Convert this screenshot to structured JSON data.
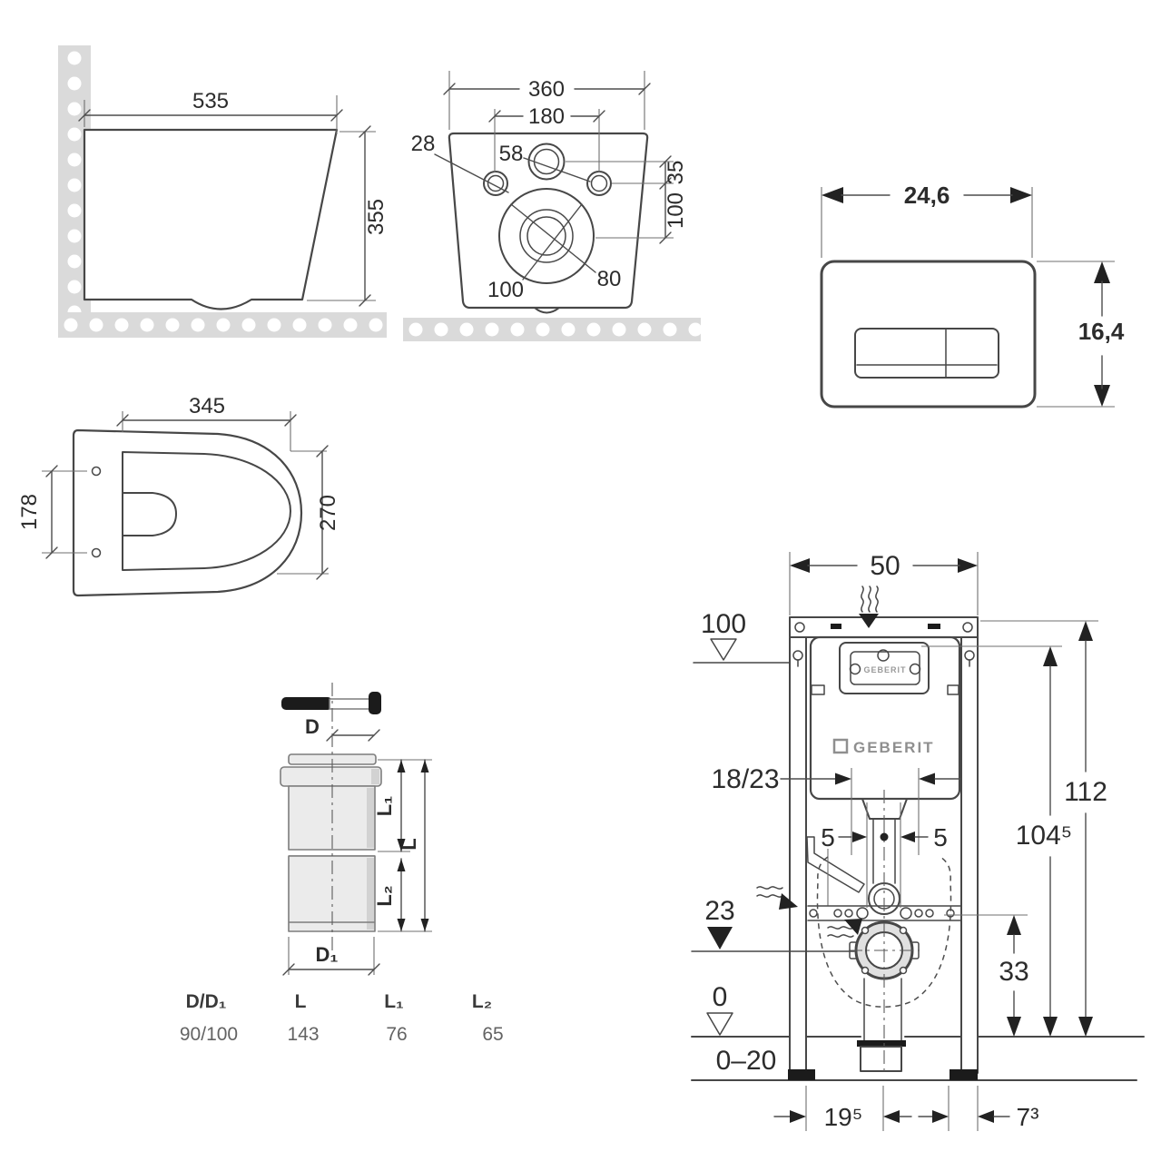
{
  "colors": {
    "line": "#474747",
    "wall_hatch": "#dadada",
    "pipe_fill": "#ebebeb",
    "pipe_shade": "#d2d2d2",
    "solid_black": "#1b1b1b",
    "text": "#2c2c2c",
    "muted_text": "#636363",
    "brand_gray": "#8f8f8f"
  },
  "side_view": {
    "width_label": "535",
    "height_label": "355"
  },
  "back_view": {
    "width_label": "360",
    "hole_span_label": "180",
    "center_hole_label": "58",
    "side_hole_label": "28",
    "offset_label": "35",
    "vertical_label": "100",
    "drain_inner_label": "80",
    "drain_outer_label": "100"
  },
  "flush_plate": {
    "width_label": "24,6",
    "height_label": "16,4"
  },
  "seat_view": {
    "width_label": "345",
    "hinge_span_label": "178",
    "depth_label": "270"
  },
  "connector": {
    "d_label": "D",
    "d1_label": "D₁",
    "l_label": "L",
    "l1_label": "L₁",
    "l2_label": "L₂",
    "table": {
      "headers": [
        "D/D₁",
        "L",
        "L₁",
        "L₂"
      ],
      "values": [
        "90/100",
        "143",
        "76",
        "65"
      ]
    }
  },
  "frame": {
    "brand": "GEBERIT",
    "width_label": "50",
    "supply_height_label": "100",
    "plate_depth_label": "18/23",
    "left_offset_label": "5",
    "right_offset_label": "5",
    "outlet_height_label": "23",
    "floor_label": "0",
    "adjust_range_label": "0–20",
    "total_height_label": "112",
    "inner_height_label": "104⁵",
    "drain_height_label": "33",
    "foot_left_label": "19⁵",
    "foot_right_label": "7³"
  }
}
